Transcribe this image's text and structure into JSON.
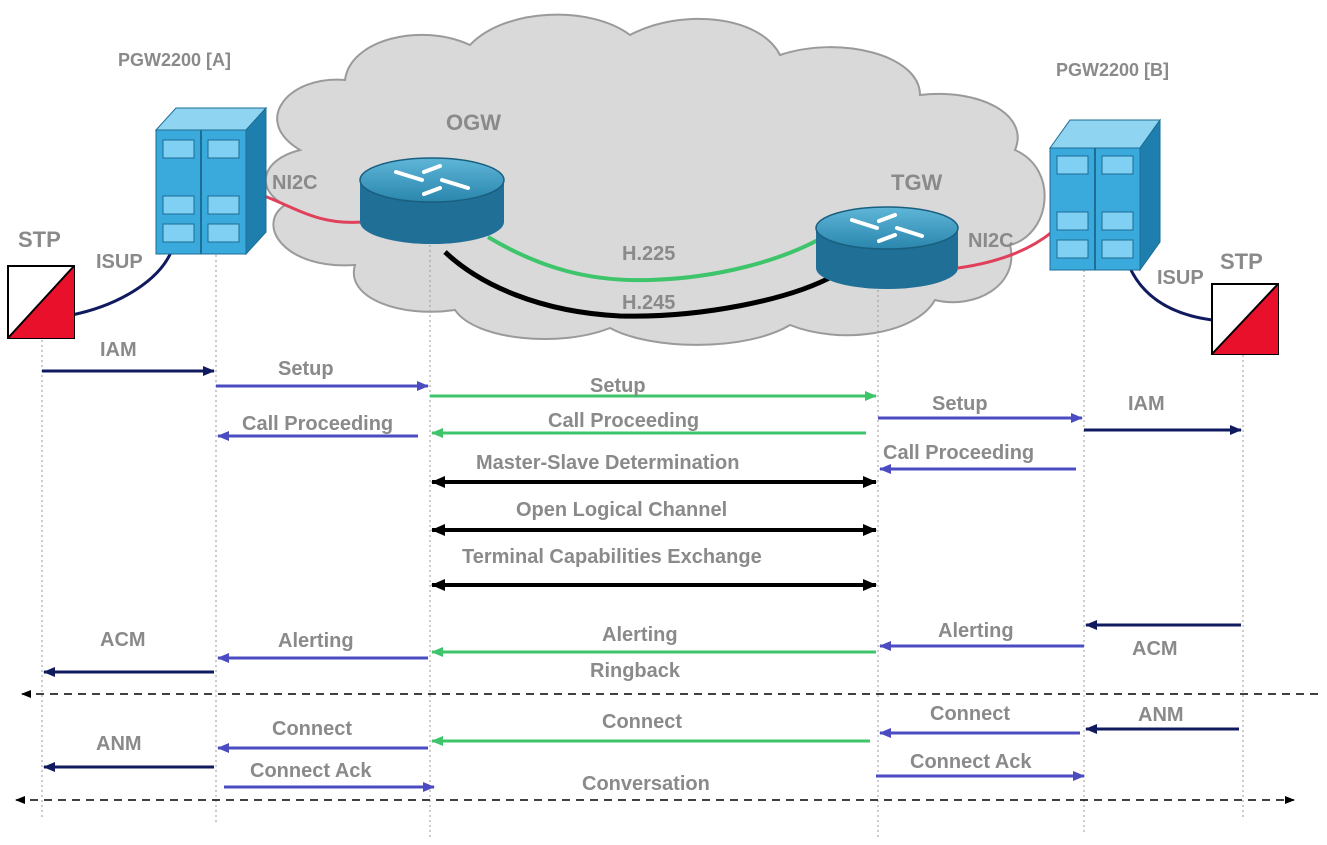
{
  "nodes": {
    "pgw_a": "PGW2200 [A]",
    "pgw_b": "PGW2200  [B]",
    "ogw": "OGW",
    "tgw": "TGW",
    "stp_left": "STP",
    "stp_right": "STP"
  },
  "links": {
    "ni2c_left": "NI2C",
    "ni2c_right": "NI2C",
    "isup_left": "ISUP",
    "isup_right": "ISUP",
    "h225": "H.225",
    "h245": "H.245"
  },
  "messages": {
    "iam_left": "IAM",
    "setup_a": "Setup",
    "setup_ogw": "Setup",
    "setup_b": "Setup",
    "iam_right": "IAM",
    "call_proc_ogw": "Call Proceeding",
    "call_proc_tgw": "Call Proceeding",
    "call_proc_b": "Call Proceeding",
    "msd": "Master-Slave Determination",
    "olc": "Open Logical Channel",
    "tce": "Terminal Capabilities Exchange",
    "acm_right": "ACM",
    "alerting_b": "Alerting",
    "alerting_tgw": "Alerting",
    "alerting_a": "Alerting",
    "acm_left": "ACM",
    "ringback": "Ringback",
    "anm_right": "ANM",
    "connect_b": "Connect",
    "connect_tgw": "Connect",
    "connect_a": "Connect",
    "anm_left": "ANM",
    "connect_ack_a": "Connect Ack",
    "connect_ack_b": "Connect Ack",
    "conversation": "Conversation"
  },
  "colors": {
    "dark_blue": "#101a5e",
    "blue": "#4b4bc2",
    "green": "#3ec46a",
    "black": "#000000",
    "red_link": "#e0405a",
    "stp_red": "#e8102a",
    "cloud": "#d9d9d9",
    "router": "#1f7fa6",
    "server": "#3aa9dc",
    "label": "#8a8a8a"
  }
}
